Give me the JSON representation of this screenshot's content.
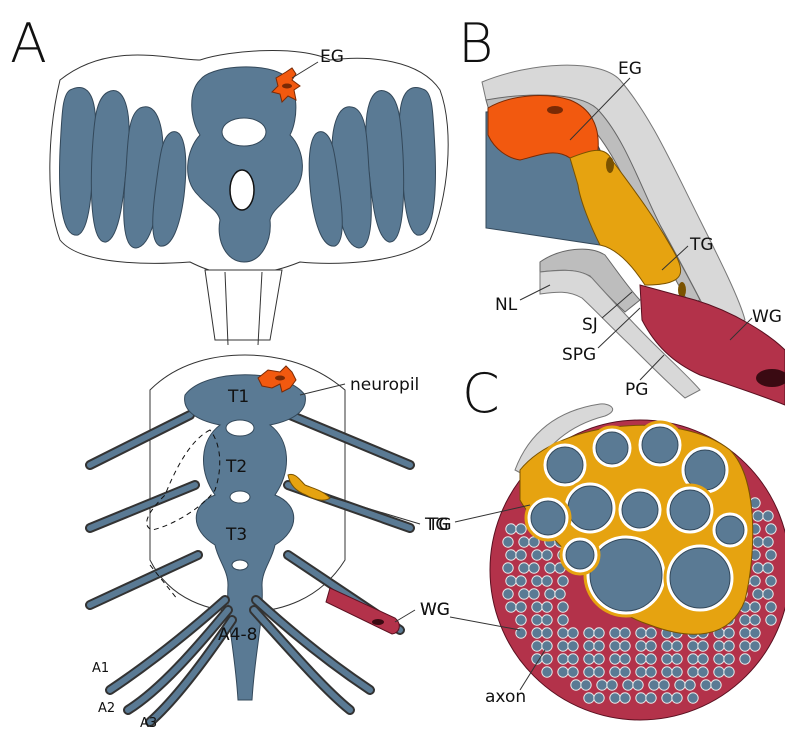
{
  "panels": {
    "a": {
      "letter": "A",
      "labels": {
        "eg": "EG",
        "neuropil": "neuropil",
        "t1": "T1",
        "t2": "T2",
        "t3": "T3",
        "a48": "A4-8",
        "tg": "TG",
        "wg": "WG",
        "a1": "A1",
        "a2": "A2",
        "a3": "A3"
      }
    },
    "b": {
      "letter": "B",
      "labels": {
        "eg": "EG",
        "tg": "TG",
        "nl": "NL",
        "sj": "SJ",
        "spg": "SPG",
        "pg": "PG",
        "wg": "WG"
      }
    },
    "c": {
      "letter": "C",
      "labels": {
        "tg": "TG",
        "wg": "WG",
        "axon": "axon"
      }
    }
  },
  "colors": {
    "neural_tissue": "#5a7a94",
    "ensheathing_glia": "#f2590f",
    "tract_glia": "#e6a310",
    "wrapping_glia": "#b3324a",
    "perineurial_glia": "#d8d8d8",
    "subperineurial_glia": "#bdbdbd"
  }
}
